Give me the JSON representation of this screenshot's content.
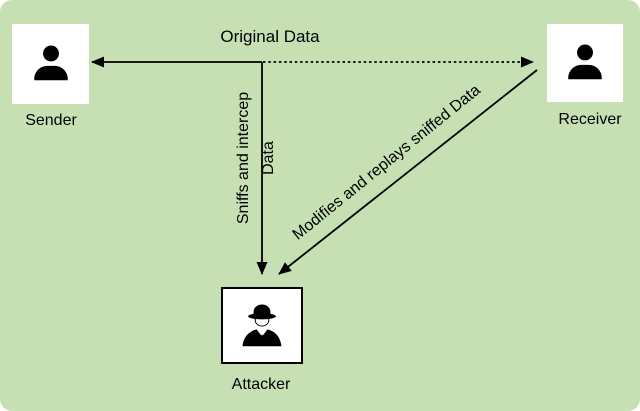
{
  "canvas": {
    "background_color": "#c6e0b4",
    "outer_color": "#ffffff",
    "line_color": "#000000"
  },
  "nodes": {
    "sender": {
      "label": "Sender",
      "icon": "person-icon"
    },
    "receiver": {
      "label": "Receiver",
      "icon": "person-icon"
    },
    "attacker": {
      "label": "Attacker",
      "icon": "spy-icon"
    }
  },
  "edges": {
    "original_data": {
      "label": "Original Data"
    },
    "sniff": {
      "label_line1": "Sniffs and intercep",
      "label_line2": "Data"
    },
    "replay": {
      "label": "Modifies and replays sniffed Data"
    }
  }
}
